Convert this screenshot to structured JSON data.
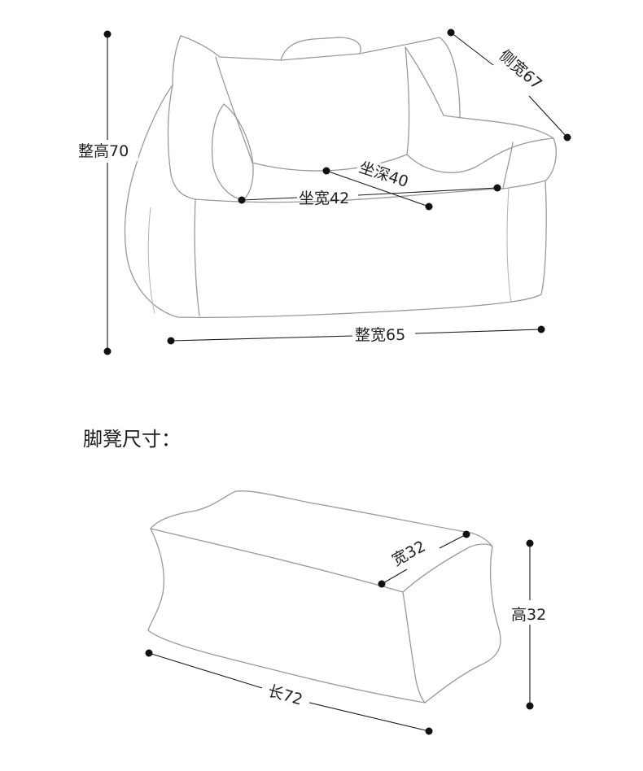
{
  "sofa": {
    "labels": {
      "total_height": "整高70",
      "side_width": "侧宽67",
      "seat_depth": "坐深40",
      "seat_width": "坐宽42",
      "total_width": "整宽65"
    }
  },
  "footstool": {
    "heading": "脚凳尺寸：",
    "labels": {
      "width": "宽32",
      "height": "高32",
      "length": "长72"
    }
  },
  "colors": {
    "outline": "#9a9a9a",
    "dimension_line": "#1a1a1a",
    "text": "#222222",
    "background": "#ffffff"
  }
}
